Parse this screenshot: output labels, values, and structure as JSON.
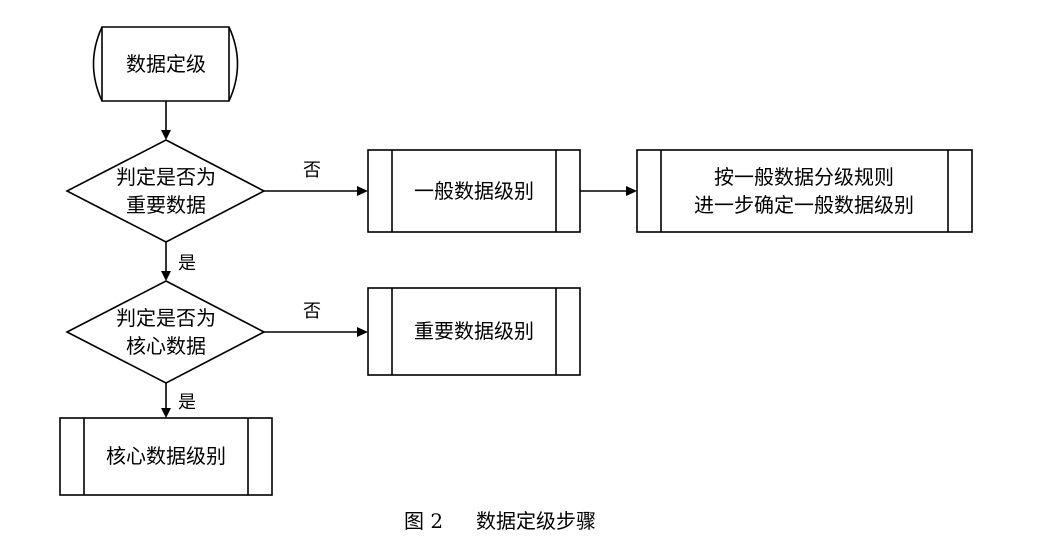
{
  "start": {
    "label": "数据定级"
  },
  "decision1": {
    "lines": [
      "判定是否为",
      "重要数据"
    ],
    "yes_label": "是",
    "no_label": "否"
  },
  "decision2": {
    "lines": [
      "判定是否为",
      "核心数据"
    ],
    "yes_label": "是",
    "no_label": "否"
  },
  "general_level": {
    "label": "一般数据级别"
  },
  "general_rule": {
    "lines": [
      "按一般数据分级规则",
      "进一步确定一般数据级别"
    ]
  },
  "important_level": {
    "label": "重要数据级别"
  },
  "core_level": {
    "label": "核心数据级别"
  },
  "caption": {
    "figure": "图 2",
    "title": "数据定级步骤"
  }
}
